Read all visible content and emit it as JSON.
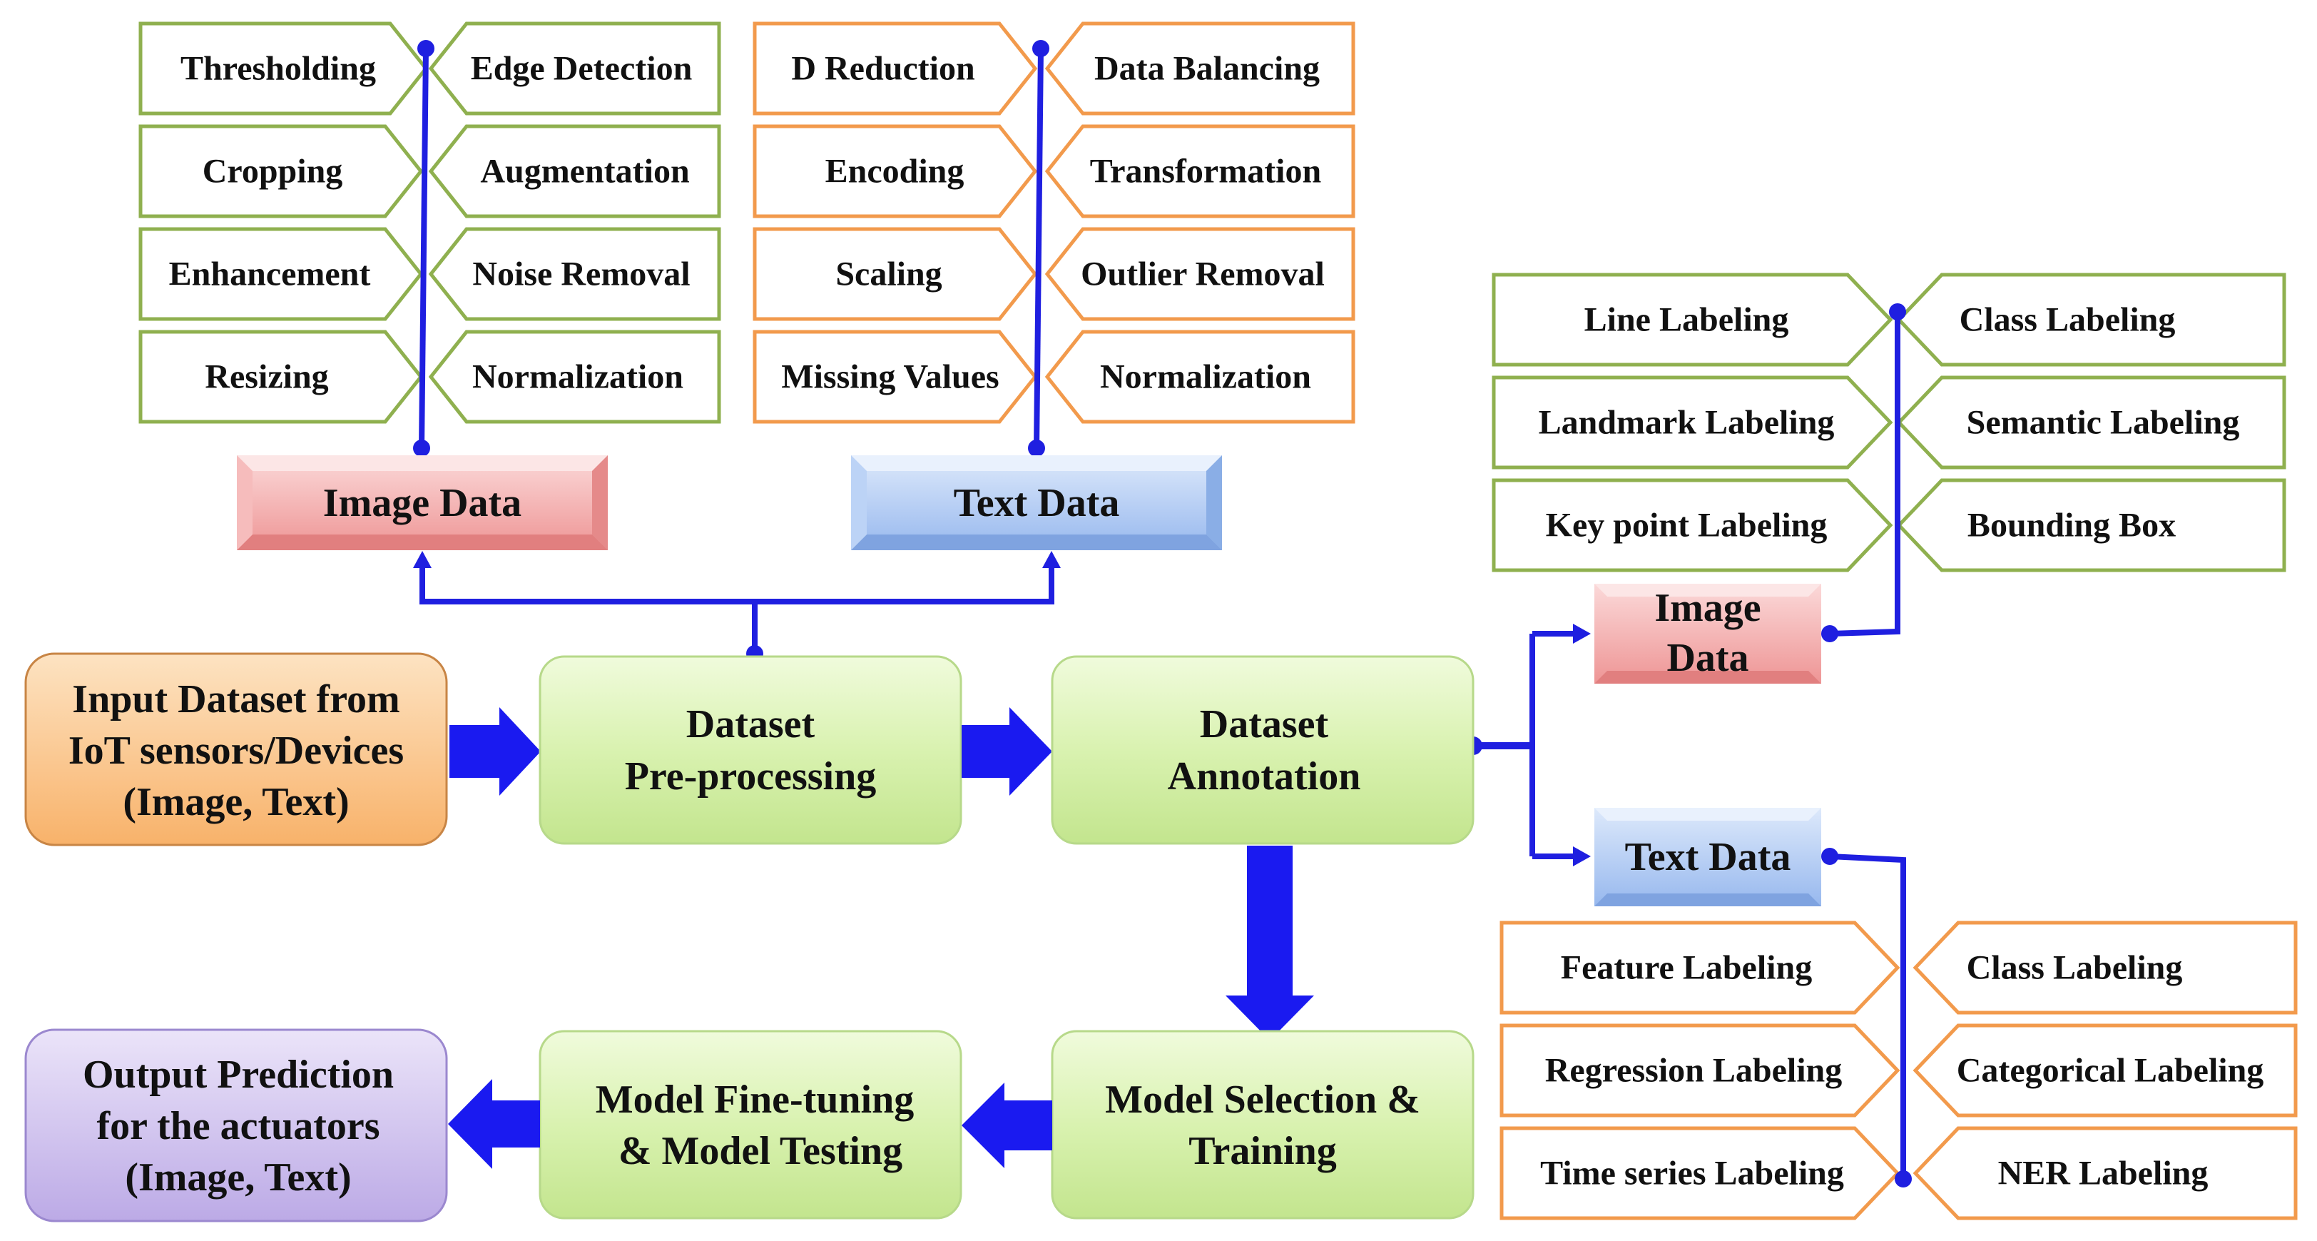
{
  "image_preprocessing": {
    "left": [
      "Thresholding",
      "Cropping",
      "Enhancement",
      "Resizing"
    ],
    "right": [
      "Edge Detection",
      "Augmentation",
      "Noise Removal",
      "Normalization"
    ],
    "header": "Image Data"
  },
  "text_preprocessing": {
    "left": [
      "D Reduction",
      "Encoding",
      "Scaling",
      "Missing Values"
    ],
    "right": [
      "Data Balancing",
      "Transformation",
      "Outlier Removal",
      "Normalization"
    ],
    "header": "Text Data"
  },
  "image_annotation": {
    "left": [
      "Line Labeling",
      "Landmark Labeling",
      "Key point Labeling"
    ],
    "right": [
      "Class Labeling",
      "Semantic Labeling",
      "Bounding Box"
    ],
    "header_lines": [
      "Image",
      "Data"
    ]
  },
  "text_annotation": {
    "header": "Text Data",
    "left": [
      "Feature Labeling",
      "Regression Labeling",
      "Time series  Labeling"
    ],
    "right": [
      "Class Labeling",
      "Categorical Labeling",
      "NER Labeling"
    ]
  },
  "pipeline": {
    "input_lines": [
      "Input Dataset from",
      "IoT sensors/Devices",
      "(Image, Text)"
    ],
    "preprocessing_lines": [
      "Dataset",
      "Pre-processing"
    ],
    "annotation_lines": [
      "Dataset",
      "Annotation"
    ],
    "selection_lines": [
      "Model Selection &",
      "Training"
    ],
    "finetune_lines": [
      "Model Fine-tuning",
      "& Model Testing"
    ],
    "output_lines": [
      "Output Prediction",
      "for the actuators",
      "(Image, Text)"
    ]
  },
  "colors": {
    "green_border": "#8fb04f",
    "orange_border": "#f29a4c",
    "connector_blue": "#1f1fe0",
    "process_fill": "#d9f2b0",
    "input_fill": "#fbc98f",
    "output_fill": "#d0c3ef",
    "image_header_fill": "#f3a9a9",
    "text_header_fill": "#a9c6f3"
  }
}
